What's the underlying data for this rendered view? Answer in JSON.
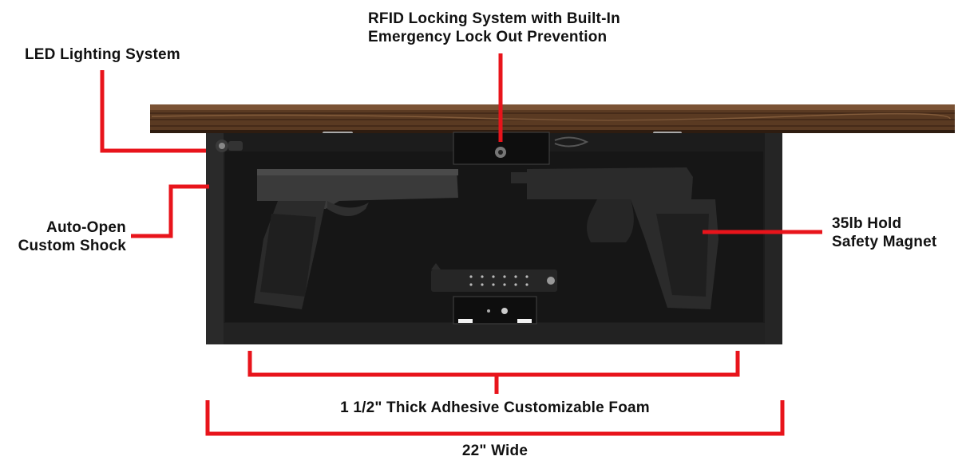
{
  "labels": {
    "rfid_line1": "RFID Locking System with Built-In",
    "rfid_line2": "Emergency Lock Out Prevention",
    "led": "LED Lighting System",
    "shock_line1": "Auto-Open",
    "shock_line2": "Custom Shock",
    "magnet_line1": "35lb Hold",
    "magnet_line2": "Safety Magnet",
    "foam": "1 1/2\" Thick Adhesive Customizable Foam",
    "width": "22\" Wide"
  },
  "colors": {
    "callout": "#e8141b",
    "wood": "#5a3a22",
    "cabinet": "#1c1c1c",
    "foam": "#161616",
    "pistol": "#2b2b2b"
  }
}
